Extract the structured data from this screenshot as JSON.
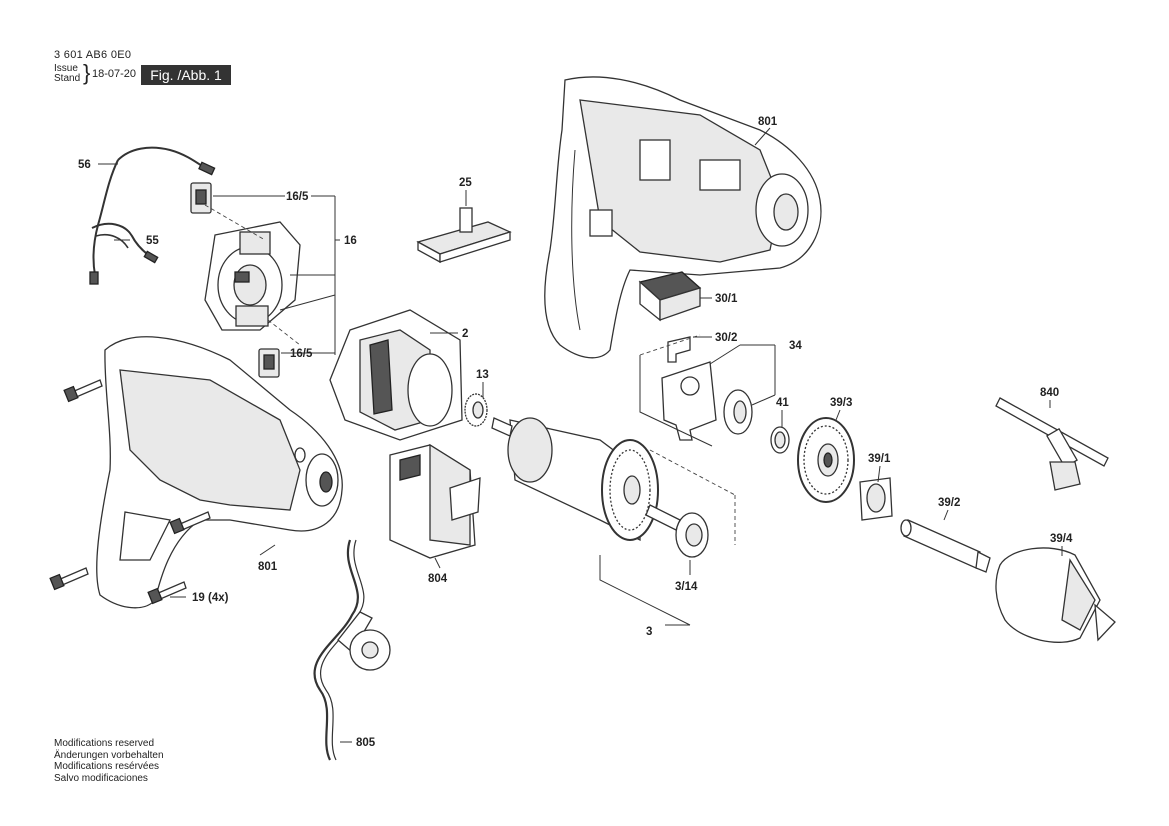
{
  "header": {
    "doc_number": "3 601 AB6 0E0",
    "issue_label": "Issue",
    "stand_label": "Stand",
    "date": "18-07-20",
    "figure": "Fig. /Abb. 1"
  },
  "footer": {
    "modifications": [
      "Modifications reserved",
      "Änderungen vorbehalten",
      "Modifications resérvées",
      "Salvo modificaciones"
    ]
  },
  "labels": {
    "p56": "56",
    "p55": "55",
    "p16_5_top": "16/5",
    "p16": "16",
    "p16_5_bot": "16/5",
    "p25": "25",
    "p801_top": "801",
    "p30_1": "30/1",
    "p30_2": "30/2",
    "p34": "34",
    "p2": "2",
    "p13": "13",
    "p41": "41",
    "p39_3": "39/3",
    "p840": "840",
    "p39_1": "39/1",
    "p39_2": "39/2",
    "p39_4": "39/4",
    "p3_14": "3/14",
    "p3": "3",
    "p804": "804",
    "p801_bot": "801",
    "p19": "19 (4x)",
    "p805": "805"
  }
}
